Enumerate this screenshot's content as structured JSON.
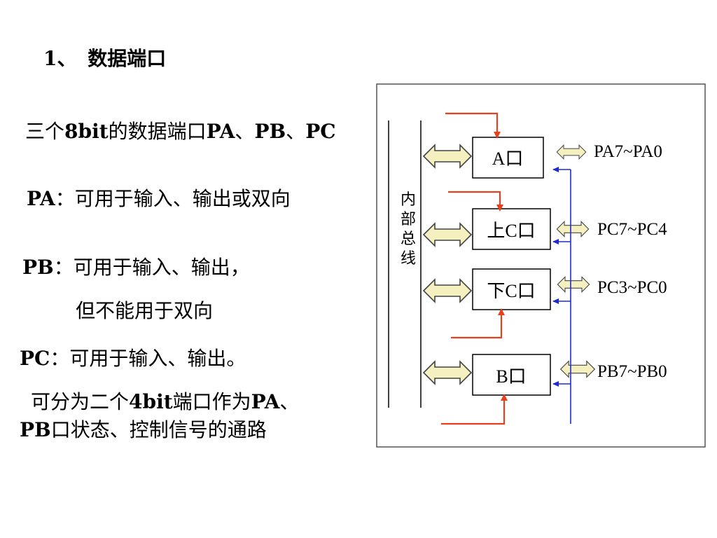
{
  "title": {
    "num": "1、",
    "text": "数据端口"
  },
  "lines": {
    "intro": {
      "a": "三个",
      "b": "8bit",
      "c": "的数据端口",
      "d": "PA",
      "e": "、",
      "f": "PB",
      "g": "、",
      "h": "PC"
    },
    "pa": {
      "label": "PA",
      "text": "：可用于输入、输出或双向"
    },
    "pb": {
      "label": "PB",
      "text": "：可用于输入、输出，"
    },
    "pb2": {
      "text": "但不能用于双向"
    },
    "pc": {
      "label": "PC",
      "text": "：可用于输入、输出。"
    },
    "split": {
      "a": "可分为二个",
      "b": "4bit",
      "c": "端口作为",
      "d": "PA",
      "e": "、"
    },
    "split2": {
      "a": "PB",
      "b": "口状态、控制信号的通路"
    }
  },
  "diagram": {
    "bus_label": [
      "内",
      "部",
      "总",
      "线"
    ],
    "ports": [
      {
        "id": "a",
        "label": "A口",
        "pins": "PA7~PA0"
      },
      {
        "id": "cu",
        "label": "上C口",
        "pins": "PC7~PC4"
      },
      {
        "id": "cl",
        "label": "下C口",
        "pins": "PC3~PC0"
      },
      {
        "id": "b",
        "label": "B口",
        "pins": "PB7~PB0"
      }
    ],
    "colors": {
      "red": "#e8401c",
      "blue": "#1e2bd0",
      "arrow_fill": "#f5f0c0",
      "border": "#000000"
    }
  }
}
